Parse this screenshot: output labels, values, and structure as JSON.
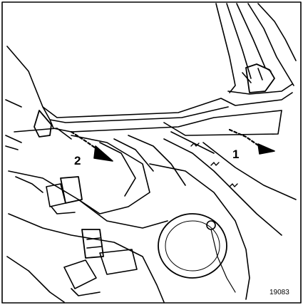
{
  "callouts": {
    "arrow_1": "1",
    "arrow_2": "2"
  },
  "reference": "19083",
  "colors": {
    "line": "#000000",
    "background": "#ffffff"
  }
}
